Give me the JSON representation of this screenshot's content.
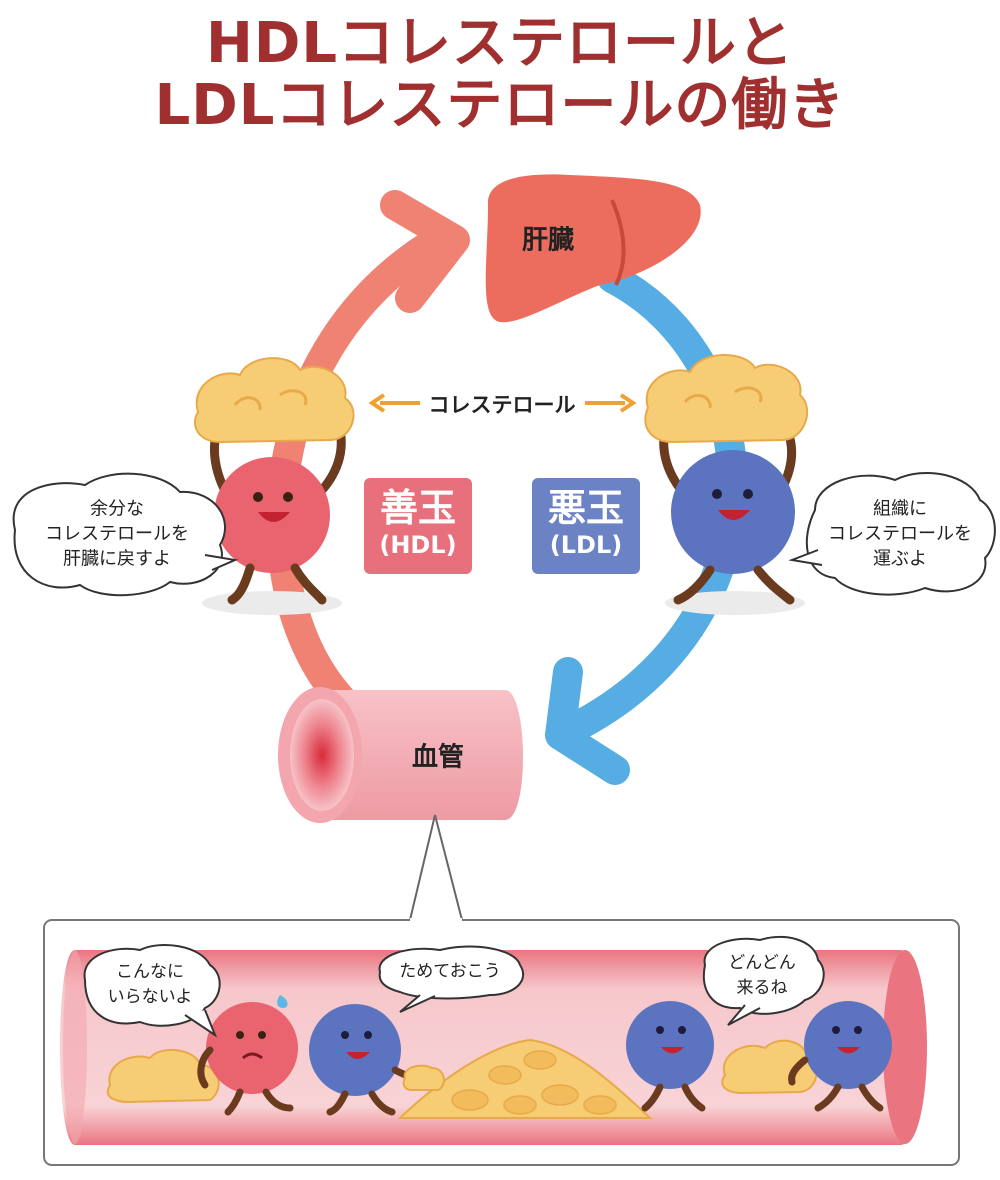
{
  "title": {
    "line1": "HDLコレステロールと",
    "line2": "LDLコレステロールの働き"
  },
  "organs": {
    "liver": "肝臓",
    "vessel": "血管"
  },
  "cholesterol_label": "コレステロール",
  "hdl_badge": {
    "main": "善玉",
    "sub": "(HDL)",
    "color": "#e8707c"
  },
  "ldl_badge": {
    "main": "悪玉",
    "sub": "(LDL)",
    "color": "#6b83c4"
  },
  "bubbles": {
    "hdl": [
      "余分な",
      "コレステロールを",
      "肝臓に戻すよ"
    ],
    "ldl": [
      "組織に",
      "コレステロールを",
      "運ぶよ"
    ],
    "inset_hdl": [
      "こんなに",
      "いらないよ"
    ],
    "inset_ldl_middle": [
      "ためておこう"
    ],
    "inset_ldl_right": [
      "どんどん",
      "来るね"
    ]
  },
  "colors": {
    "title": "#a0302f",
    "hdl_arrow": "#ef8273",
    "ldl_arrow": "#56ade3",
    "liver": "#ec6d5e",
    "cholesterol": "#f6cd74",
    "hdl_ball": "#ea6470",
    "ldl_ball": "#5c74c0",
    "vessel": "#f2a7b0"
  }
}
